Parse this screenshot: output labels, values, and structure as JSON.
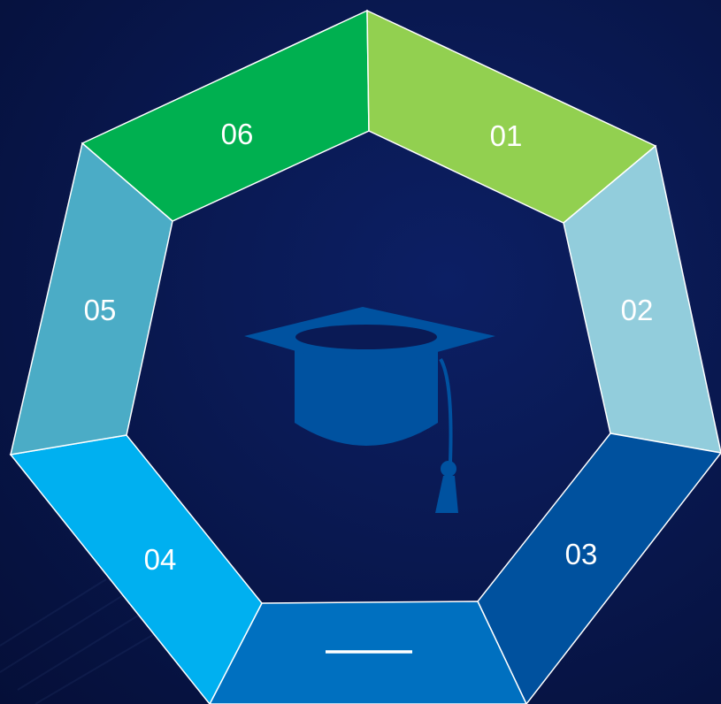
{
  "segments": [
    {
      "id": "01",
      "label": "01",
      "color": "#92d050"
    },
    {
      "id": "02",
      "label": "02",
      "color": "#92cddc"
    },
    {
      "id": "03",
      "label": "03",
      "color": "#00519e"
    },
    {
      "id": "bottom",
      "label": "",
      "color": "#0070c0"
    },
    {
      "id": "04",
      "label": "04",
      "color": "#00b0f0"
    },
    {
      "id": "05",
      "label": "05",
      "color": "#4bacc6"
    },
    {
      "id": "06",
      "label": "06",
      "color": "#00b050"
    }
  ],
  "center_icon": {
    "name": "graduation-cap-icon",
    "color": "#0052a0"
  },
  "background": {
    "color": "#0a1a55"
  },
  "outline_color": "#ffffff"
}
